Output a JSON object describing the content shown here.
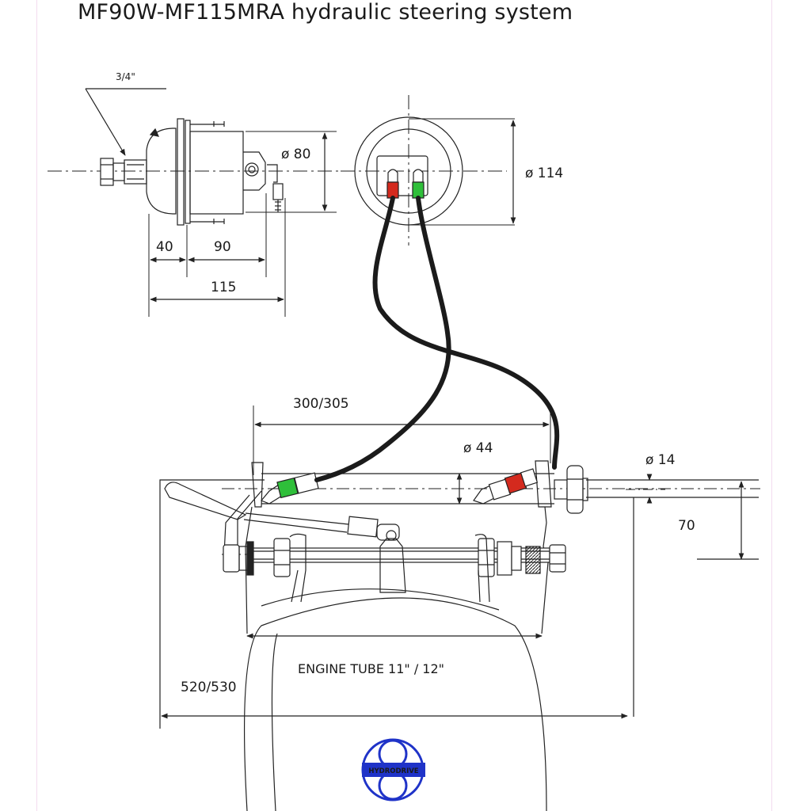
{
  "title": "MF90W-MF115MRA hydraulic steering system",
  "dimensions": {
    "thread": "3/4\"",
    "dia_80": "ø 80",
    "dia_114": "ø 114",
    "d40": "40",
    "d90": "90",
    "d115": "115",
    "d300": "300/305",
    "dia_44": "ø 44",
    "dia_14": "ø 14",
    "d70": "70",
    "d520": "520/530"
  },
  "engine_tube_label": "ENGINE TUBE 11\" / 12\"",
  "logo": {
    "text": "HYDRODRIVE",
    "color": "#1f33c8"
  },
  "colors": {
    "fitting_red": "#d42a1e",
    "fitting_green": "#2fbf3a",
    "hose": "#1b1b1b",
    "line": "#222222"
  }
}
